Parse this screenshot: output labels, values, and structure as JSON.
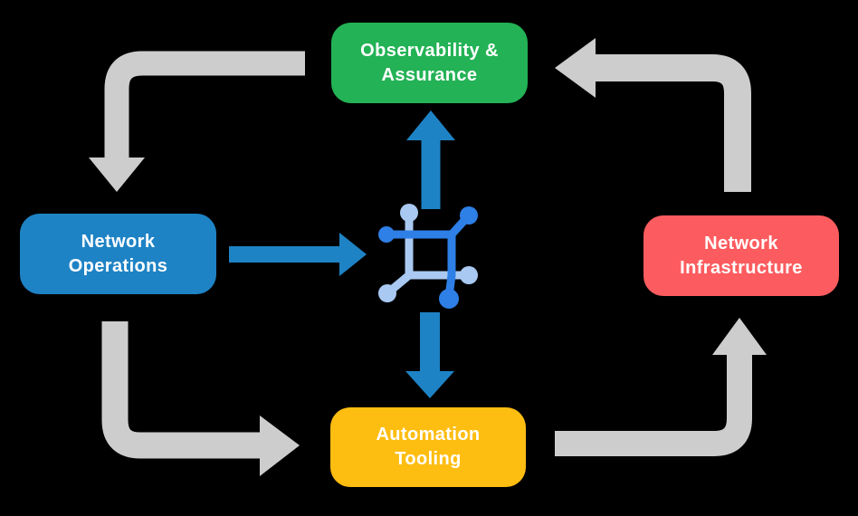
{
  "diagram": {
    "background_color": "#000000",
    "cycle_arrow_color": "#CDCDCD",
    "flow_arrow_color": "#1E83C5",
    "center_icon": {
      "name": "network-mesh-icon",
      "dark_color": "#2E7FE6",
      "light_color": "#A9C9F2"
    },
    "nodes": {
      "observability": {
        "line1": "Observability &",
        "line2": "Assurance",
        "color": "#23B255",
        "text_color": "#FFFFFF"
      },
      "operations": {
        "line1": "Network",
        "line2": "Operations",
        "color": "#1E83C5",
        "text_color": "#FFFFFF"
      },
      "infrastructure": {
        "line1": "Network",
        "line2": "Infrastructure",
        "color": "#FC5C5F",
        "text_color": "#FFFFFF"
      },
      "automation": {
        "line1": "Automation",
        "line2": "Tooling",
        "color": "#FEBD11",
        "text_color": "#FFFFFF"
      }
    }
  }
}
